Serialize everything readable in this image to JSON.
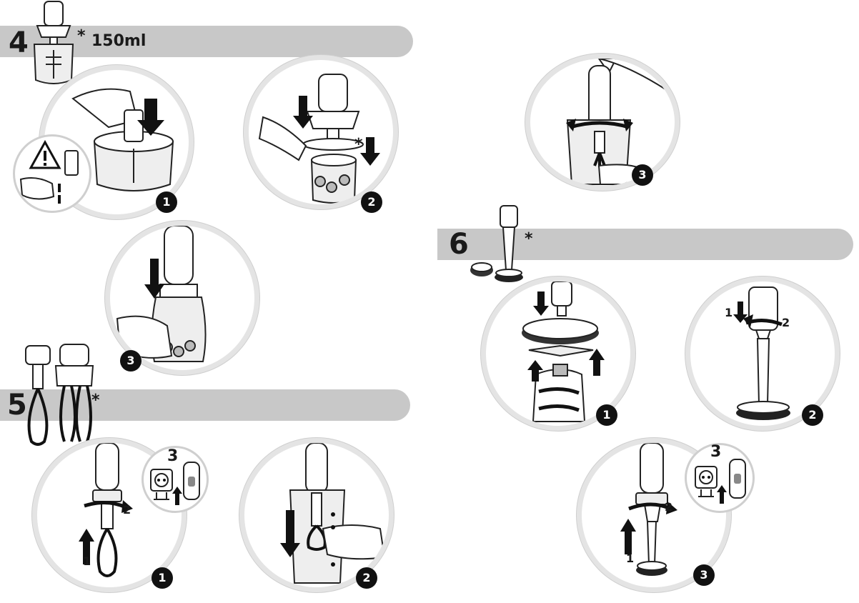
{
  "section4": {
    "number": "4",
    "star": "*",
    "capacity": "150ml",
    "steps": [
      "1",
      "2",
      "3"
    ]
  },
  "section5": {
    "number": "5",
    "star": "*",
    "steps": [
      "1",
      "2"
    ],
    "labels": {
      "a": "1",
      "b": "2",
      "plug_step": "3"
    }
  },
  "section6": {
    "number": "6",
    "star": "*",
    "steps": [
      "1",
      "2",
      "3"
    ],
    "labels": {
      "a": "1",
      "b": "2",
      "plug_step": "3"
    }
  },
  "top_right_step": "3",
  "star_mark": "*",
  "icons": [
    "warning-icon",
    "power-plug-icon",
    "arrow-down-icon",
    "rotate-arrow-icon",
    "arrow-up-icon"
  ]
}
